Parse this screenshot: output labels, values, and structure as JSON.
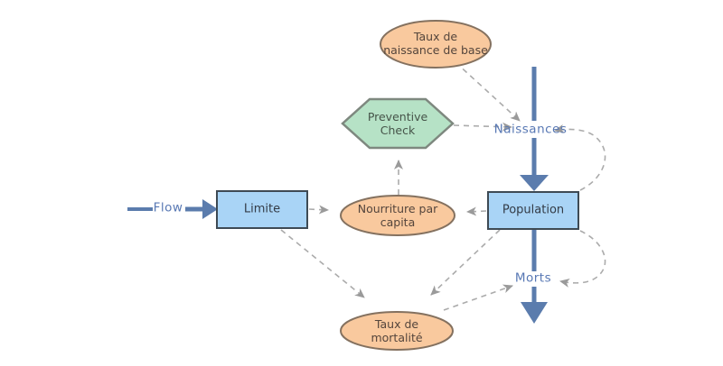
{
  "nodes": {
    "taux_naissance_base": {
      "label": "Taux de\nnaissance de base"
    },
    "preventive_check": {
      "label": "Preventive\nCheck"
    },
    "limite": {
      "label": "Limite"
    },
    "nourriture_par_capita": {
      "label": "Nourriture par\ncapita"
    },
    "population": {
      "label": "Population"
    },
    "taux_mortalite": {
      "label": "Taux de\nmortalité"
    }
  },
  "flows": {
    "inflow_limite": {
      "label": "Flow"
    },
    "naissances": {
      "label": "Naissances"
    },
    "morts": {
      "label": "Morts"
    }
  },
  "links": [
    {
      "from": "Taux de naissance de base",
      "to": "Naissances"
    },
    {
      "from": "Preventive Check",
      "to": "Naissances"
    },
    {
      "from": "Population",
      "to": "Naissances"
    },
    {
      "from": "Limite",
      "to": "Nourriture par capita"
    },
    {
      "from": "Population",
      "to": "Nourriture par capita"
    },
    {
      "from": "Nourriture par capita",
      "to": "Preventive Check"
    },
    {
      "from": "Limite",
      "to": "Taux de mortalité"
    },
    {
      "from": "Population",
      "to": "Taux de mortalité"
    },
    {
      "from": "Taux de mortalité",
      "to": "Morts"
    },
    {
      "from": "Population",
      "to": "Morts"
    }
  ],
  "colors": {
    "stock_fill": "#A9D4F6",
    "stock_border": "#3E4A54",
    "variable_fill": "#F9C99E",
    "variable_border": "#84715F",
    "converter_fill": "#B6E2C6",
    "converter_border": "#7E887F",
    "flow_blue": "#5B7CAD",
    "flow_label_blue": "#5878B4",
    "link_gray": "#ABABAB",
    "link_arrow_gray": "#9A9A9A"
  }
}
